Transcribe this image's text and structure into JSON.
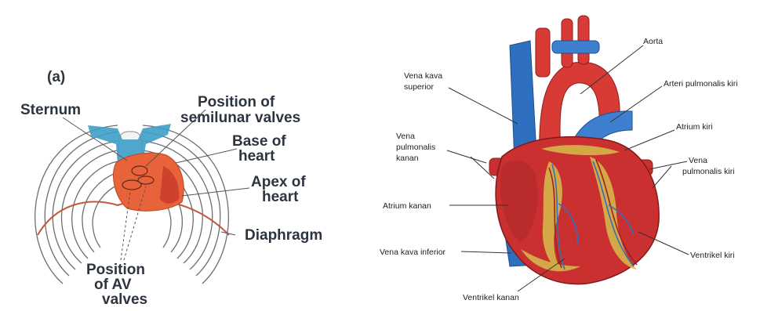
{
  "left_panel": {
    "panel_letter": "(a)",
    "labels": {
      "sternum": "Sternum",
      "semilunar_1": "Position of",
      "semilunar_2": "semilunar valves",
      "base_1": "Base of",
      "base_2": "heart",
      "apex_1": "Apex of",
      "apex_2": "heart",
      "diaphragm": "Diaphragm",
      "av_1": "Position",
      "av_2": "of AV",
      "av_3": "valves"
    }
  },
  "right_panel": {
    "labels": {
      "aorta": "Aorta",
      "vena_kava_superior_1": "Vena kava",
      "vena_kava_superior_2": "superior",
      "arteri_pulmonalis_kiri": "Arteri pulmonalis kiri",
      "atrium_kiri": "Atrium kiri",
      "vena_pulmonalis_kanan_1": "Vena",
      "vena_pulmonalis_kanan_2": "pulmonalis",
      "vena_pulmonalis_kanan_3": "kanan",
      "vena_pulmonalis_kiri_1": "Vena",
      "vena_pulmonalis_kiri_2": "pulmonalis kiri",
      "atrium_kanan": "Atrium kanan",
      "vena_kava_inferior": "Vena kava inferior",
      "ventrikel_kiri": "Ventrikel kiri",
      "ventrikel_kanan": "Ventrikel kanan"
    }
  },
  "colors": {
    "heart_left_panel": "#e8623a",
    "great_vessels_blue": "#3f9fc6",
    "rib_outline": "#6b6f72",
    "heart_red": "#c9302f",
    "vein_blue": "#2f6fc0",
    "fat_yellow": "#d6b64a"
  }
}
